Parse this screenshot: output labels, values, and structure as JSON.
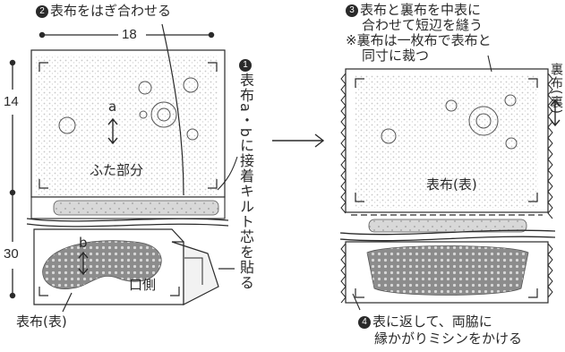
{
  "step2": {
    "num": "2",
    "text": "表布をはぎ合わせる"
  },
  "step1": {
    "num": "1",
    "text": "表布a・bに接着キルト芯を貼る"
  },
  "step3": {
    "num": "3",
    "line1": "表布と裏布を中表に",
    "line2": "合わせて短辺を縫う",
    "line3": "※裏布は一枚布で表布と",
    "line4": "同寸に裁つ"
  },
  "step4": {
    "num": "4",
    "line1": "表に返して、両脇に",
    "line2": "縁かがりミシンをかける"
  },
  "dims": {
    "width": "18",
    "height_top": "14",
    "height_bottom": "30"
  },
  "labels": {
    "part_a": "a",
    "part_b": "b",
    "futa": "ふた部分",
    "kuchi": "口側",
    "omote_left": "表布(表)",
    "omote_right": "表布(表)",
    "ura_side": "裏布(裏)"
  }
}
